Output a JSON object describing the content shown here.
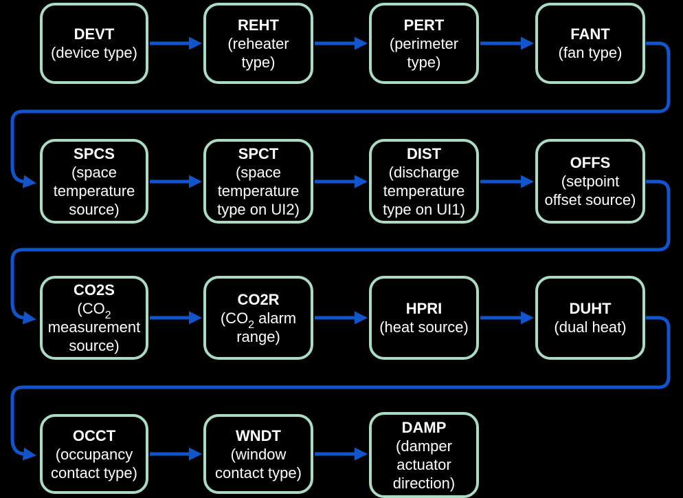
{
  "colors": {
    "background": "#000000",
    "box_border": "#a9dcc3",
    "box_fill": "#000000",
    "text": "#ffffff",
    "arrow": "#1155cc"
  },
  "diagram": {
    "rows": [
      {
        "boxes": [
          {
            "code": "DEVT",
            "label_lines": [
              "(device type)"
            ]
          },
          {
            "code": "REHT",
            "label_lines": [
              "(reheater",
              "type)"
            ]
          },
          {
            "code": "PERT",
            "label_lines": [
              "(perimeter",
              "type)"
            ]
          },
          {
            "code": "FANT",
            "label_lines": [
              "(fan type)"
            ]
          }
        ]
      },
      {
        "boxes": [
          {
            "code": "SPCS",
            "label_lines": [
              "(space",
              "temperature",
              "source)"
            ]
          },
          {
            "code": "SPCT",
            "label_lines": [
              "(space",
              "temperature",
              "type on UI2)"
            ]
          },
          {
            "code": "DIST",
            "label_lines": [
              "(discharge",
              "temperature",
              "type on UI1)"
            ]
          },
          {
            "code": "OFFS",
            "label_lines": [
              "(setpoint",
              "offset source)"
            ]
          }
        ]
      },
      {
        "boxes": [
          {
            "code": "CO2S",
            "label_lines": [
              "(CO₂",
              "measurement",
              "source)"
            ]
          },
          {
            "code": "CO2R",
            "label_lines": [
              "(CO₂ alarm",
              "range)"
            ]
          },
          {
            "code": "HPRI",
            "label_lines": [
              "(heat source)"
            ]
          },
          {
            "code": "DUHT",
            "label_lines": [
              "(dual heat)"
            ]
          }
        ]
      },
      {
        "boxes": [
          {
            "code": "OCCT",
            "label_lines": [
              "(occupancy",
              "contact type)"
            ]
          },
          {
            "code": "WNDT",
            "label_lines": [
              "(window",
              "contact type)"
            ]
          },
          {
            "code": "DAMP",
            "label_lines": [
              "(damper",
              "actuator",
              "direction)"
            ]
          }
        ]
      }
    ]
  }
}
